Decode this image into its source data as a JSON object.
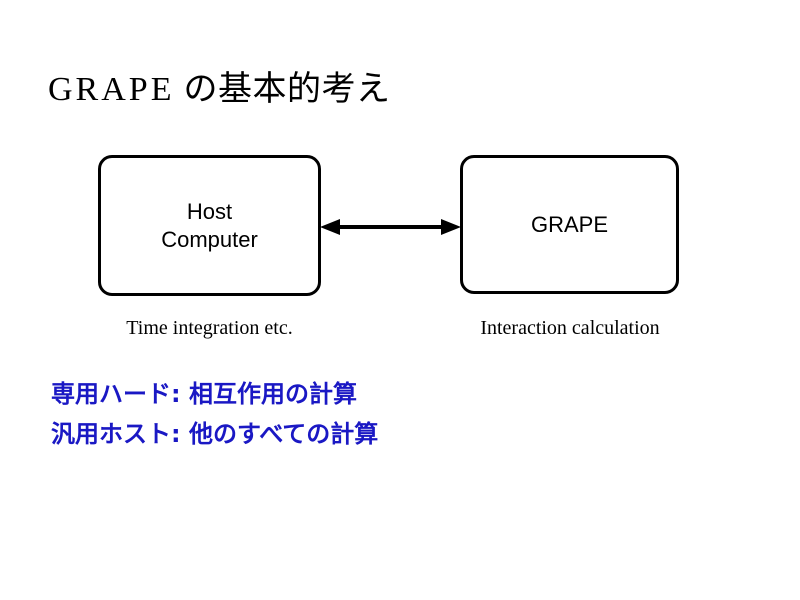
{
  "slide": {
    "title_latin": "GRAPE",
    "title_jp": " の基本的考え",
    "background_color": "#ffffff"
  },
  "diagram": {
    "nodes": [
      {
        "id": "host",
        "label_lines": [
          "Host",
          "Computer"
        ],
        "caption": "Time integration etc."
      },
      {
        "id": "grape",
        "label_lines": [
          "GRAPE"
        ],
        "caption": "Interaction calculation"
      }
    ],
    "connector": {
      "type": "double-headed-arrow",
      "color": "#000000"
    }
  },
  "notes": {
    "color": "#1a18c4",
    "lines": [
      "専用ハード: 相互作用の計算",
      "汎用ホスト: 他のすべての計算"
    ]
  }
}
